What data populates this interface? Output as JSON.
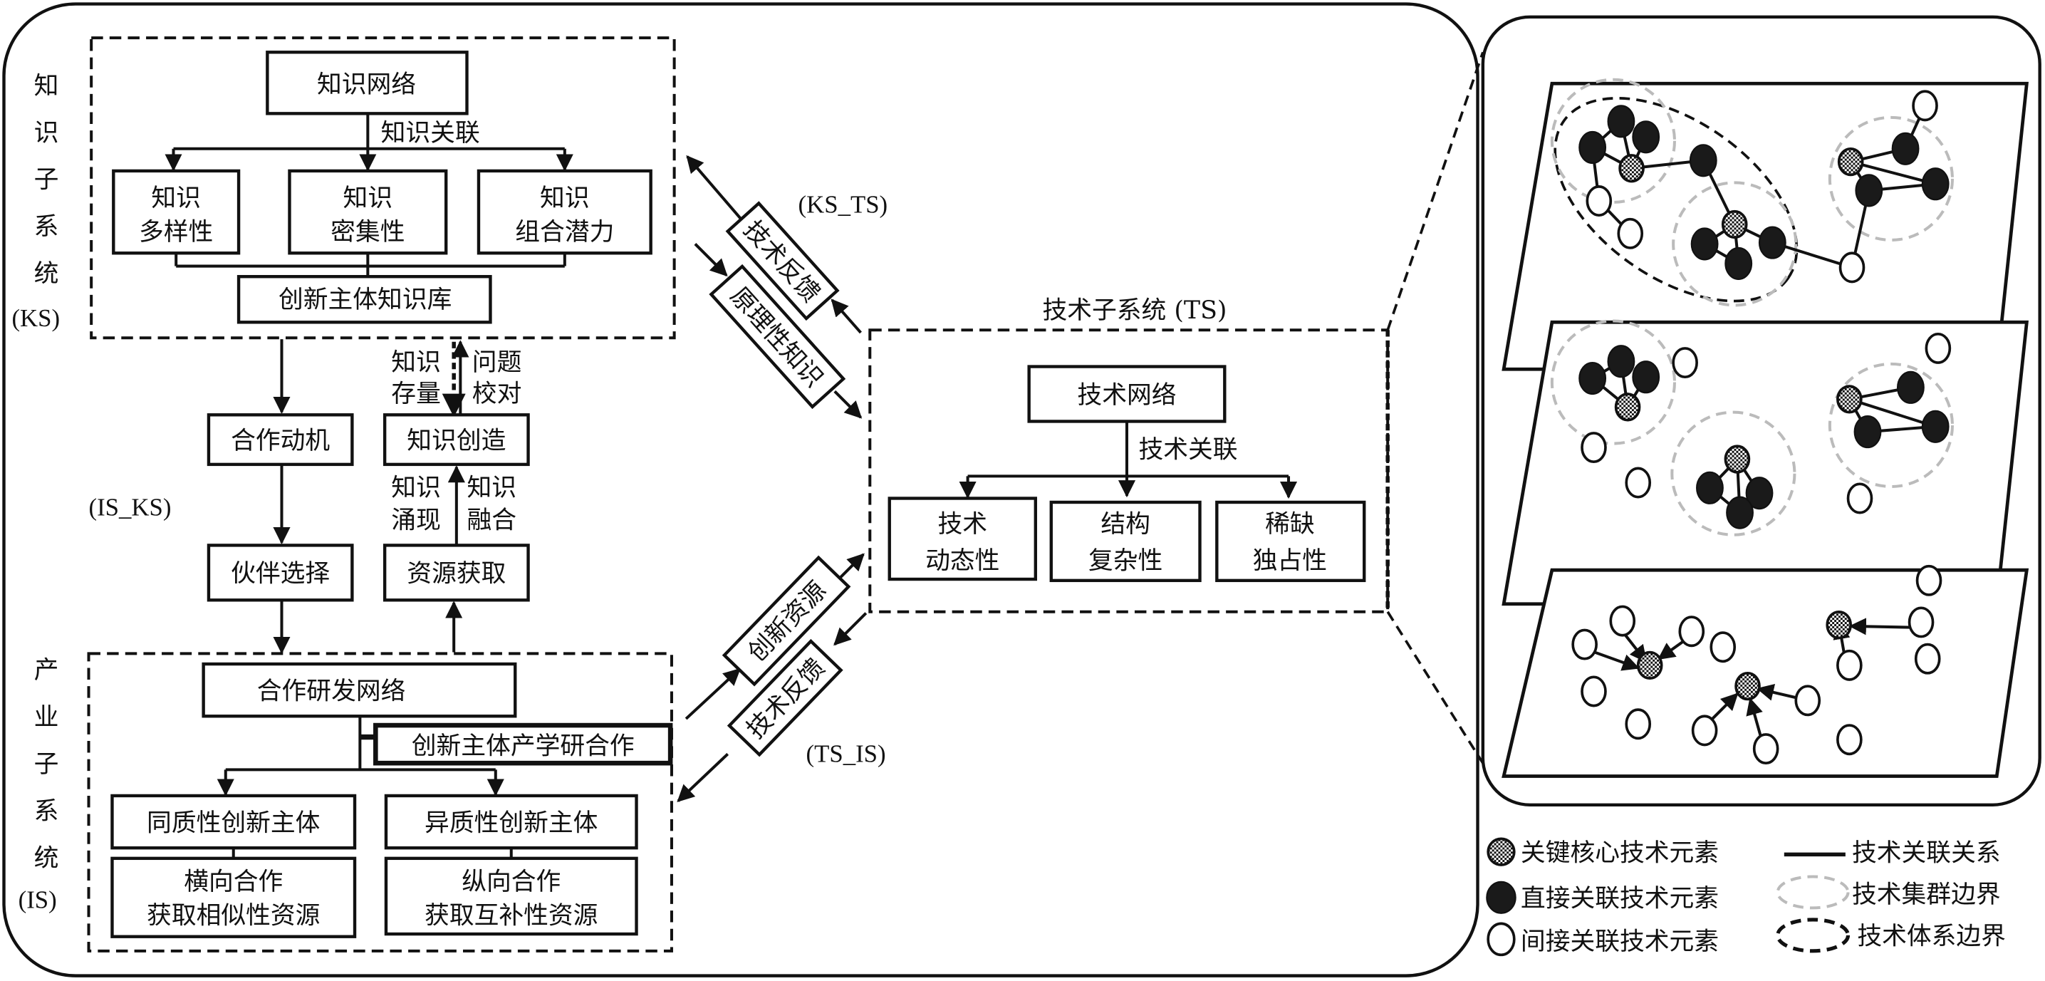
{
  "ks": {
    "side_label": [
      "知",
      "识",
      "子",
      "系",
      "统",
      "(KS)"
    ],
    "network": "知识网络",
    "relation": "知识关联",
    "attrs": [
      {
        "line1": "知识",
        "line2": "多样性"
      },
      {
        "line1": "知识",
        "line2": "密集性"
      },
      {
        "line1": "知识",
        "line2": "组合潜力"
      }
    ],
    "base": "创新主体知识库"
  },
  "is": {
    "side_label": [
      "产",
      "业",
      "子",
      "系",
      "统",
      "(IS)"
    ],
    "network": "合作研发网络",
    "cooperation": "创新主体产学研合作",
    "actors": [
      {
        "title": "同质性创新主体",
        "line1": "横向合作",
        "line2": "获取相似性资源"
      },
      {
        "title": "异质性创新主体",
        "line1": "纵向合作",
        "line2": "获取互补性资源"
      }
    ]
  },
  "ts": {
    "title": "技术子系统 (TS)",
    "network": "技术网络",
    "relation": "技术关联",
    "attrs": [
      {
        "line1": "技术",
        "line2": "动态性"
      },
      {
        "line1": "结构",
        "line2": "复杂性"
      },
      {
        "line1": "稀缺",
        "line2": "独占性"
      }
    ]
  },
  "is_ks": {
    "label": "(IS_KS)",
    "left_flow": [
      "合作动机",
      "伙伴选择"
    ],
    "right_flow": [
      "知识创造",
      "资源获取"
    ],
    "stock_label": [
      "知识",
      "存量"
    ],
    "check_label": [
      "问题",
      "校对"
    ],
    "emerge_label": [
      "知识",
      "涌现"
    ],
    "fusion_label": [
      "知识",
      "融合"
    ]
  },
  "ks_ts": {
    "label": "(KS_TS)",
    "feedback": "技术反馈",
    "principle": "原理性知识"
  },
  "ts_is": {
    "label": "(TS_IS)",
    "resource": "创新资源",
    "feedback": "技术反馈"
  },
  "legend": {
    "core": "关键核心技术元素",
    "direct": "直接关联技术元素",
    "indirect": "间接关联技术元素",
    "relation": "技术关联关系",
    "cluster": "技术集群边界",
    "system": "技术体系边界"
  },
  "colors": {
    "stroke": "#111111",
    "cluster_boundary": "#bbbbbb"
  }
}
